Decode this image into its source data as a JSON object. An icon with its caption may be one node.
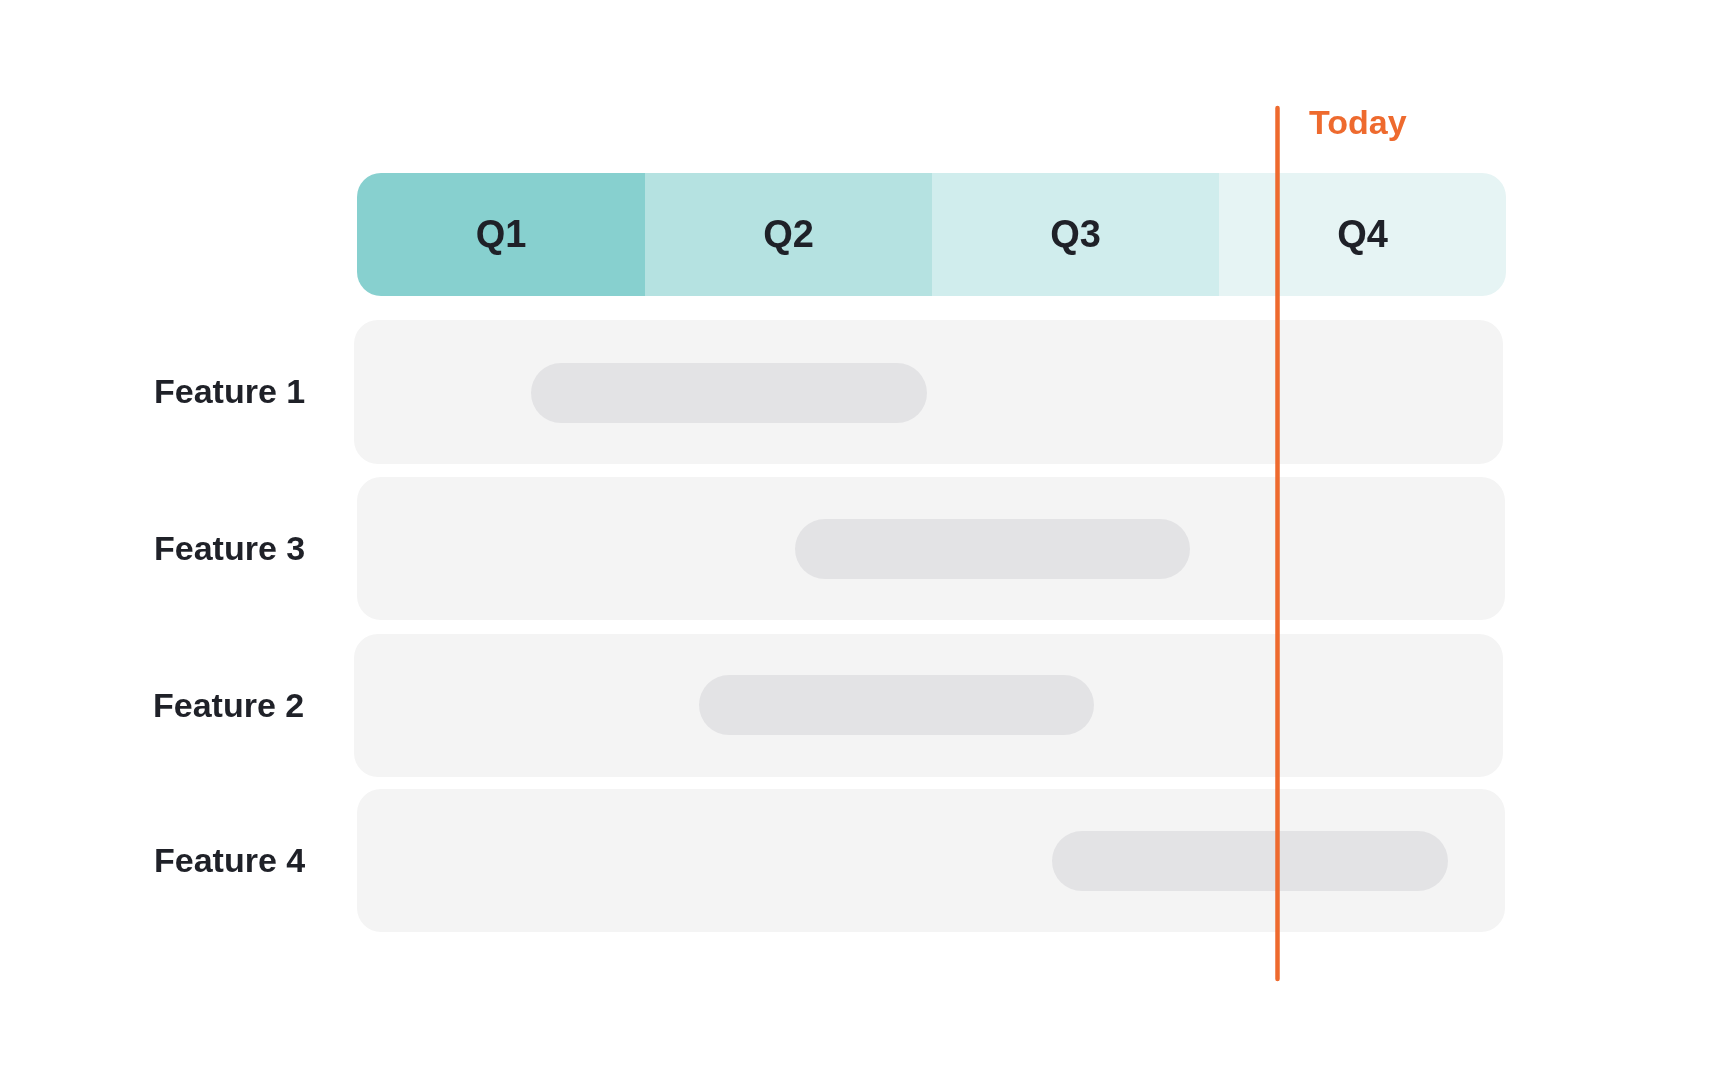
{
  "diagram": {
    "nodes": [
      {
        "text": [
          "Q1"
        ]
      },
      {
        "text": [
          "Q2"
        ]
      },
      {
        "text": [
          "Q3"
        ]
      },
      {
        "text": [
          "Q4"
        ]
      },
      {
        "text": [
          "Feature 1"
        ]
      },
      {
        "text": [],
        "shape": "bar",
        "in": 4
      },
      {
        "text": [
          "Feature 3"
        ]
      },
      {
        "text": [],
        "shape": "bar",
        "in": 6
      },
      {
        "text": [
          "Feature 2"
        ]
      },
      {
        "text": [],
        "shape": "bar",
        "in": 8
      },
      {
        "text": [
          "Feature 4"
        ]
      },
      {
        "text": [],
        "shape": "bar",
        "in": 10
      }
    ],
    "edges": [],
    "labels": [
      "Today"
    ]
  }
}
